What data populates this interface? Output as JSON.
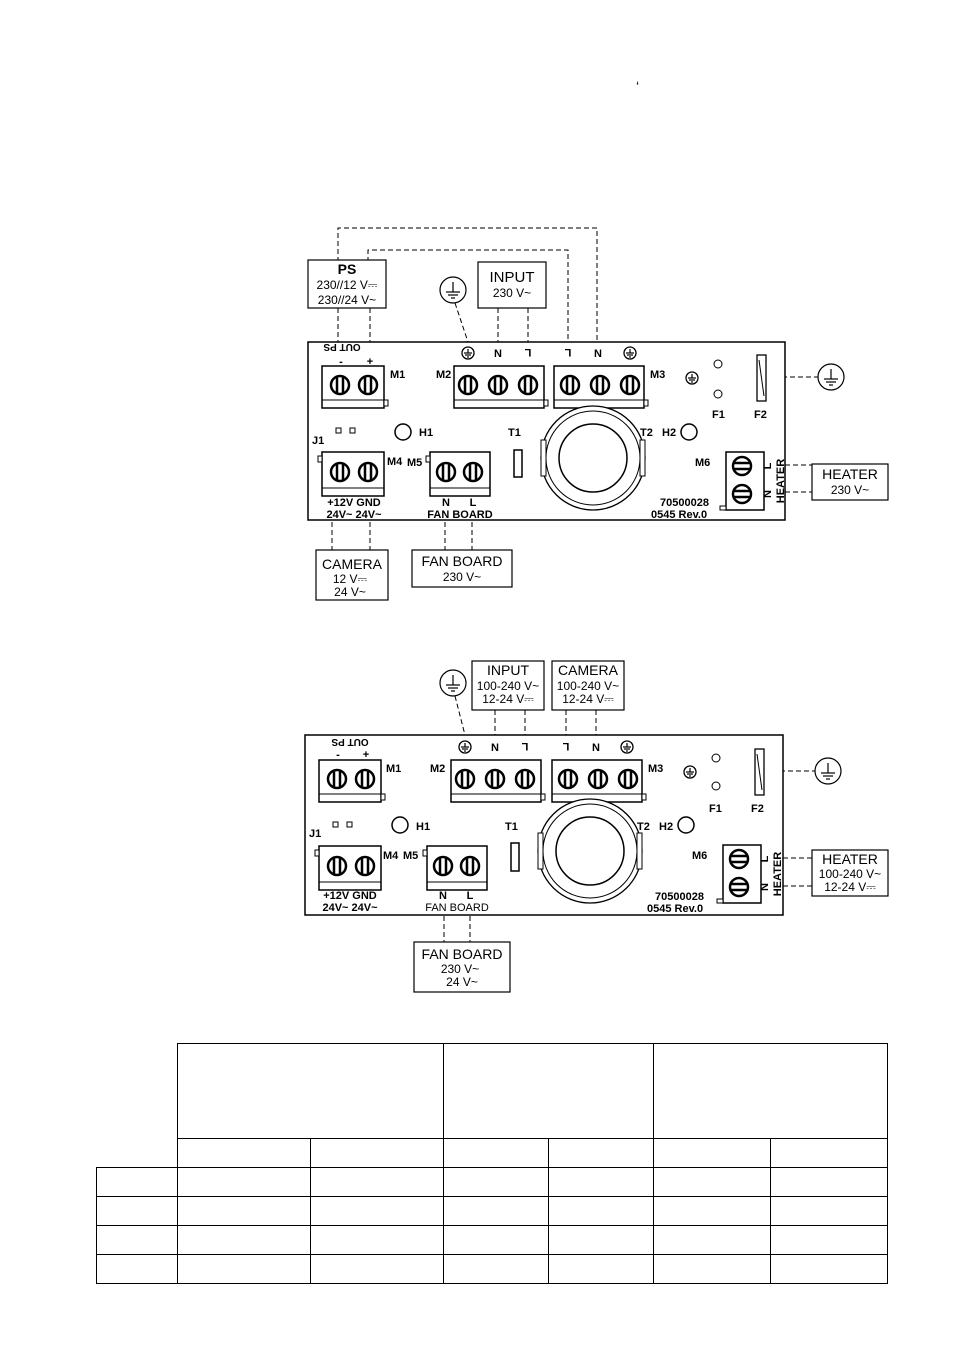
{
  "top_mark": "‘",
  "diagram1": {
    "ps": {
      "title": "PS",
      "line1": "230//12 V⎓",
      "line2": "230//24 V~",
      "out": "OUT PS",
      "minus": "-",
      "plus": "+"
    },
    "input": {
      "title": "INPUT",
      "line1": "230 V~"
    },
    "camera": {
      "title": "CAMERA",
      "line1": "12  V⎓",
      "line2": "24  V~"
    },
    "fan_board": {
      "title": "FAN BOARD",
      "line1": "230 V~"
    },
    "heater": {
      "title": "HEATER",
      "line1": "230 V~"
    },
    "labels": {
      "m1": "M1",
      "m2": "M2",
      "m3": "M3",
      "m4": "M4",
      "m5": "M5",
      "m6": "M6",
      "h1": "H1",
      "h2": "H2",
      "t1": "T1",
      "t2": "T2",
      "j1": "J1",
      "f1": "F1",
      "f2": "F2",
      "n": "N",
      "l": "L",
      "m4_row1": "+12V GND",
      "m4_row2": "24V~ 24V~",
      "fan_board_label": "FAN BOARD",
      "heater_vert": "HEATER",
      "code": "70500028",
      "rev": "0545 Rev.0"
    }
  },
  "diagram2": {
    "input": {
      "title": "INPUT",
      "line1": "100-240 V~",
      "line2": "12-24   V⎓"
    },
    "camera": {
      "title": "CAMERA",
      "line1": "100-240 V~",
      "line2": "12-24   V⎓"
    },
    "fan_board": {
      "title": "FAN BOARD",
      "line1": "230 V~",
      "line2": "24 V~"
    },
    "heater": {
      "title": "HEATER",
      "line1": "100-240 V~",
      "line2": "12-24   V⎓"
    },
    "labels": {
      "out": "OUT PS",
      "minus": "-",
      "plus": "+",
      "m1": "M1",
      "m2": "M2",
      "m3": "M3",
      "m4": "M4",
      "m5": "M5",
      "m6": "M6",
      "h1": "H1",
      "h2": "H2",
      "t1": "T1",
      "t2": "T2",
      "j1": "J1",
      "f1": "F1",
      "f2": "F2",
      "n": "N",
      "l": "L",
      "m4_row1": "+12V GND",
      "m4_row2": "24V~ 24V~",
      "fan_board_label": "FAN BOARD",
      "heater_vert": "HEATER",
      "code": "70500028",
      "rev": "0545 Rev.0"
    }
  }
}
